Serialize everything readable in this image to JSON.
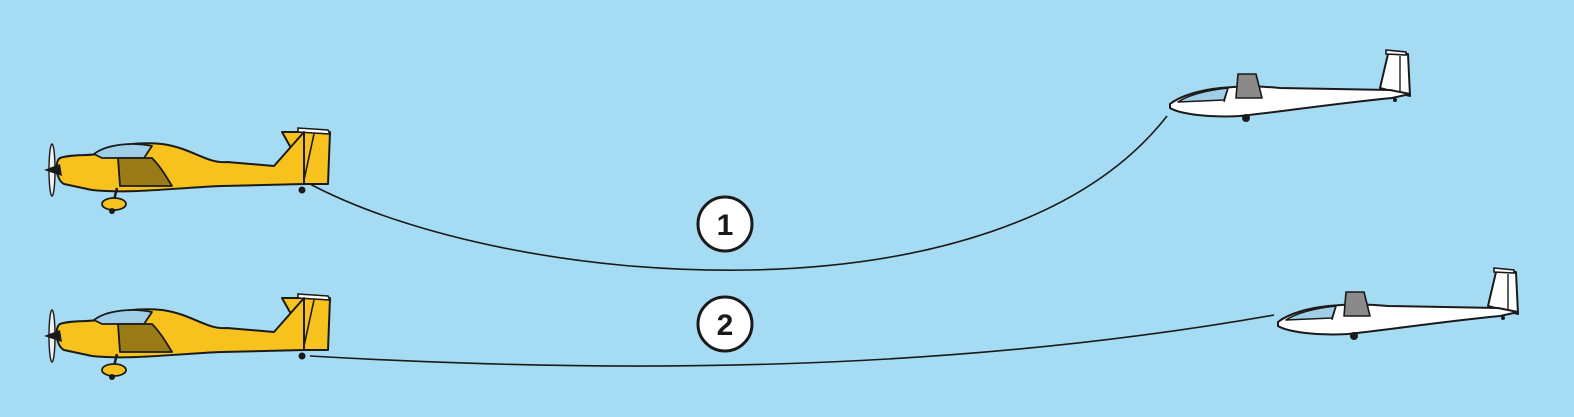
{
  "colors": {
    "sky": "#a6dcf3",
    "tow_plane_body": "#f7c21d",
    "tow_plane_cockpit_shade": "#9a7a16",
    "canopy": "#9fcfe6",
    "glider_body": "#ffffff",
    "glider_headrest": "#8a8a8a",
    "outline": "#1a1a1a",
    "badge_fill": "#ffffff"
  },
  "scenarios": [
    {
      "id": "1",
      "label": "1",
      "tow_plane": "tow-plane",
      "glider": "glider",
      "rope": "slack-tow-rope"
    },
    {
      "id": "2",
      "label": "2",
      "tow_plane": "tow-plane",
      "glider": "glider",
      "rope": "tow-rope"
    }
  ]
}
